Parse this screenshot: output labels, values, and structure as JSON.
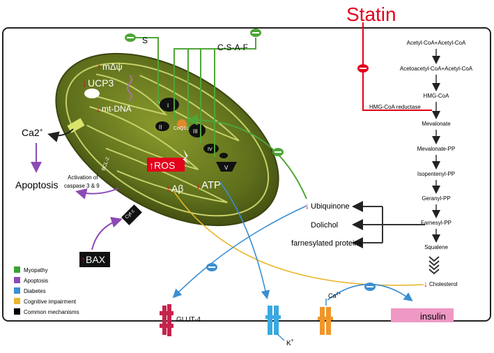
{
  "statin": {
    "label": "Statin",
    "color": "#e2001a"
  },
  "pathway": {
    "steps": [
      "Acetyl-CoA+Acetyl-CoA",
      "Acetoacetyl-CoA+Acetyl-CoA",
      "HMG-CoA",
      "Mevalonate",
      "Mevalonate-PP",
      "Isopentenyl-PP",
      "Geranyl-PP",
      "Farnesyl-PP",
      "Squalene"
    ],
    "enzyme": "HMG-CoA reductase",
    "cholesterol": "Cholesterol"
  },
  "branches": {
    "ubiquinone": "Ubiquinone",
    "dolichol": "Dolichol",
    "farnesylated": "farnesylated proteins"
  },
  "mito": {
    "mdpsi": "mΔψ",
    "ucp3": "UCP3",
    "mtdna": "mt-DNA",
    "complexes": [
      "I",
      "II",
      "III",
      "IV",
      "V"
    ],
    "coq10": "CoQ10",
    "ros": "ROS",
    "abeta": "Aβ",
    "atp": "ATP",
    "bcl2": "BCL-2",
    "cytc": "Cyt c"
  },
  "side": {
    "ca": "Ca2",
    "ca_sup": "+",
    "apoptosis": "Apoptosis",
    "activation_line1": "Activation of",
    "activation_line2": "caspase 3 & 9",
    "bax": "BAX"
  },
  "supplements": {
    "s": "S",
    "csaf": "C-S-A-F"
  },
  "bottom": {
    "glut4": "GLUT-4",
    "k": "K",
    "k_sup": "+",
    "ca": "Ca",
    "ca_sup": "2+",
    "insulin": "insulin"
  },
  "legend": [
    {
      "label": "Myopathy",
      "color": "#3aa335"
    },
    {
      "label": "Apoptosis",
      "color": "#8c4ab5"
    },
    {
      "label": "Diabetes",
      "color": "#3b8ed0"
    },
    {
      "label": "Cognitive impairment",
      "color": "#e8b62c"
    },
    {
      "label": "Common mechanisms",
      "color": "#000000"
    }
  ],
  "colors": {
    "green": "#4fa537",
    "purple": "#8c4ab5",
    "blue": "#3b8ed0",
    "yellow": "#e8b62c",
    "red": "#e2001a",
    "mito": "#5e6f1c"
  }
}
